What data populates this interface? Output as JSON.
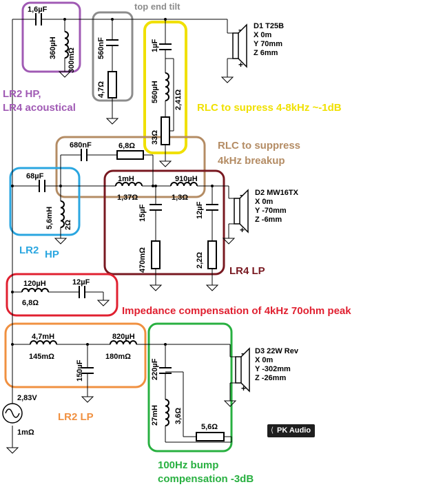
{
  "title": "top end tilt",
  "components": {
    "c_1u6": "1,6µF",
    "l_360u": "360µH",
    "r_300m": "300mΩ",
    "c_560n": "560nF",
    "r_4r7": "4,7Ω",
    "c_1u": "1µF",
    "l_560u": "560µH",
    "r_2r41": "2,41Ω",
    "r_33": "33Ω",
    "c_680n": "680nF",
    "r_6r8a": "6,8Ω",
    "c_68u": "68µF",
    "l_5m6": "5,6mH",
    "r_2": "2Ω",
    "l_1m": "1mH",
    "r_1r37": "1,37Ω",
    "l_910u": "910µH",
    "r_1r3": "1,3Ω",
    "c_15u": "15µF",
    "c_12u_mid": "12µF",
    "r_470m": "470mΩ",
    "r_2r2": "2,2Ω",
    "l_120u": "120µH",
    "r_6r8b": "6,8Ω",
    "c_12u_imp": "12µF",
    "l_4m7": "4,7mH",
    "r_145m": "145mΩ",
    "l_820u": "820µH",
    "r_180m": "180mΩ",
    "c_150u": "150µF",
    "c_220u": "220µF",
    "l_27m": "27mH",
    "r_3r6": "3,6Ω",
    "r_5r6": "5,6Ω",
    "source_v": "2,83V",
    "source_r": "1mΩ"
  },
  "drivers": [
    {
      "name": "D1 T25B",
      "x": "X 0m",
      "y": "Y 70mm",
      "z": "Z 6mm"
    },
    {
      "name": "D2 MW16TX",
      "x": "X 0m",
      "y": "Y -70mm",
      "z": "Z -6mm"
    },
    {
      "name": "D3 22W Rev",
      "x": "X 0m",
      "y": "Y -302mm",
      "z": "Z -26mm"
    }
  ],
  "annotations": {
    "lr2hp_acoustical": "LR2 HP,\nLR4 acoustical",
    "rlc_4_8k": "RLC to supress 4-8kHz ~-1dB",
    "rlc_4k": "RLC to suppress\n4kHz breakup",
    "lr2_hp_a": "LR2",
    "lr2_hp_b": "HP",
    "lr4_lp": "LR4 LP",
    "impedance": "Impedance compensation of 4kHz 70ohm peak",
    "lr2_lp": "LR2 LP",
    "bump": "100Hz bump\ncompensation -3dB"
  },
  "logo": "PK Audio",
  "group_colors": {
    "purple": "#a05ab4",
    "gray": "#8c8c8c",
    "yellow": "#f0e000",
    "brown": "#b48c64",
    "blue": "#2aa6e0",
    "maroon": "#781820",
    "red": "#e02030",
    "orange": "#f09040",
    "green": "#28b040",
    "amber_text": "#f0e000"
  }
}
